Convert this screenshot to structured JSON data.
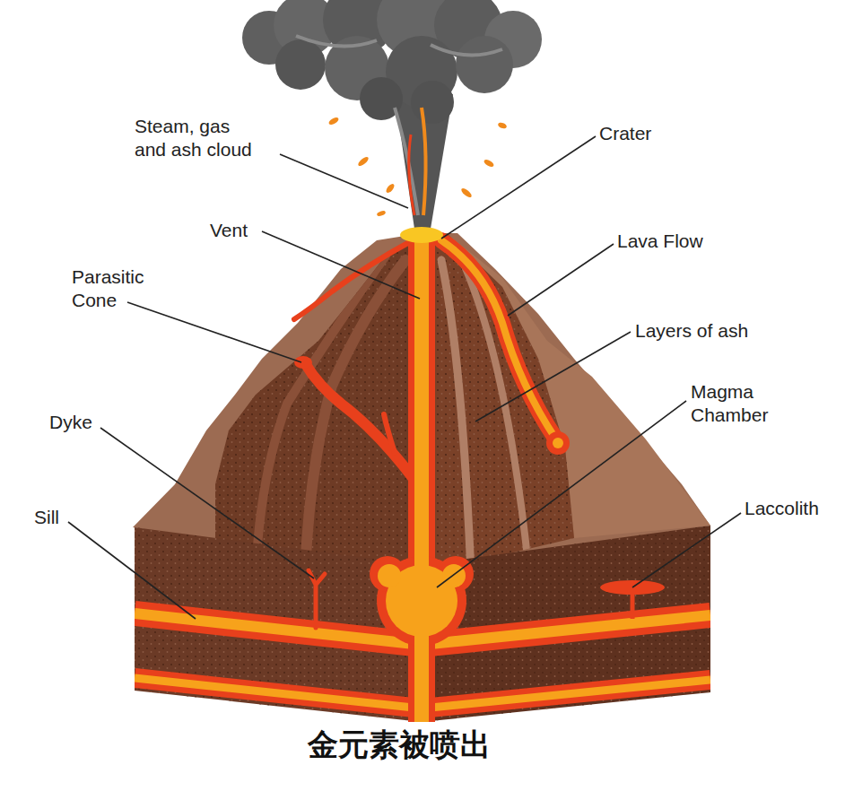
{
  "diagram": {
    "caption": "金元素被喷出",
    "labels": [
      "Steam, gas and ash cloud",
      "Crater",
      "Vent",
      "Lava Flow",
      "Parasitic Cone",
      "Layers of ash",
      "Magma Chamber",
      "Dyke",
      "Laccolith",
      "Sill"
    ]
  }
}
